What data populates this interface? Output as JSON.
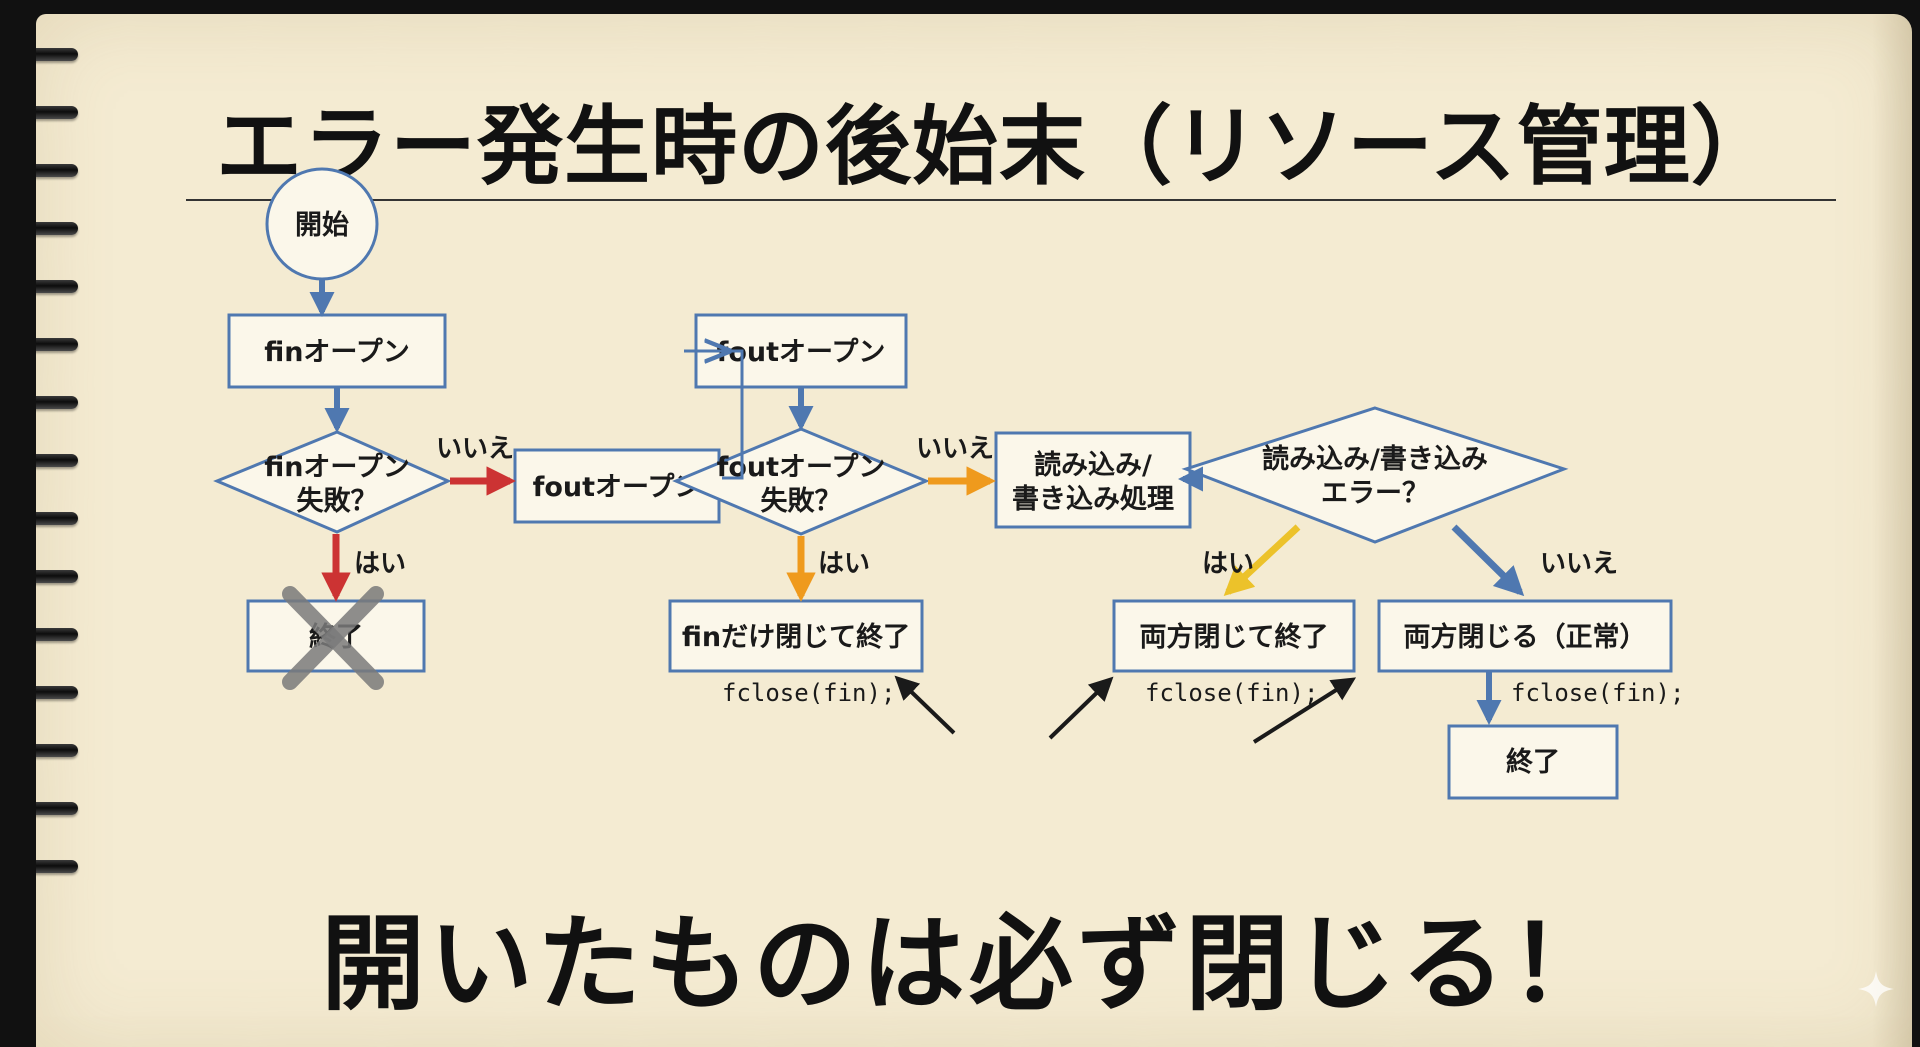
{
  "title": "エラー発生時の後始末（リソース管理）",
  "slogan": "開いたものは必ず閉じる！",
  "colors": {
    "paper": "#f4ebd2",
    "box_stroke": "#4f78b0",
    "box_fill": "#fbf7ea",
    "arrow_blue": "#4f78b0",
    "arrow_red": "#cc3333",
    "arrow_orange": "#ef9a1d",
    "arrow_yellow": "#ecc22a",
    "pointer_black": "#1a1a1a",
    "cross": "#7b7b7b"
  },
  "nodes": {
    "start": "開始",
    "fin_open": "finオープン",
    "fin_check_line1": "finオープン",
    "fin_check_line2": "失敗？",
    "fout_open_a": "foutオープン",
    "fout_open_b": "foutオープン",
    "fout_check_line1": "foutオープン",
    "fout_check_line2": "失敗？",
    "rw_process_line1": "読み込み/",
    "rw_process_line2": "書き込み処理",
    "rw_check_line1": "読み込み/書き込み",
    "rw_check_line2": "エラー？",
    "end_fail": "終了",
    "fin_close_end": "finだけ閉じて終了",
    "both_close_end": "両方閉じて終了",
    "both_close_ok": "両方閉じる（正常）",
    "end_final": "終了"
  },
  "edge_labels": {
    "fin_no": "いいえ",
    "fin_yes": "はい",
    "fout_no": "いいえ",
    "fout_yes": "はい",
    "rw_yes": "はい",
    "rw_no": "いいえ"
  },
  "code": {
    "under_fin_close": "fclose(fin);",
    "under_both_close": "fclose(fin);",
    "under_both_ok": "fclose(fin);"
  },
  "icons": {
    "cancel_mark": "cross-mark-icon",
    "pointer_arrows": "pointer-arrow-icon",
    "sparkle": "sparkle-icon"
  }
}
